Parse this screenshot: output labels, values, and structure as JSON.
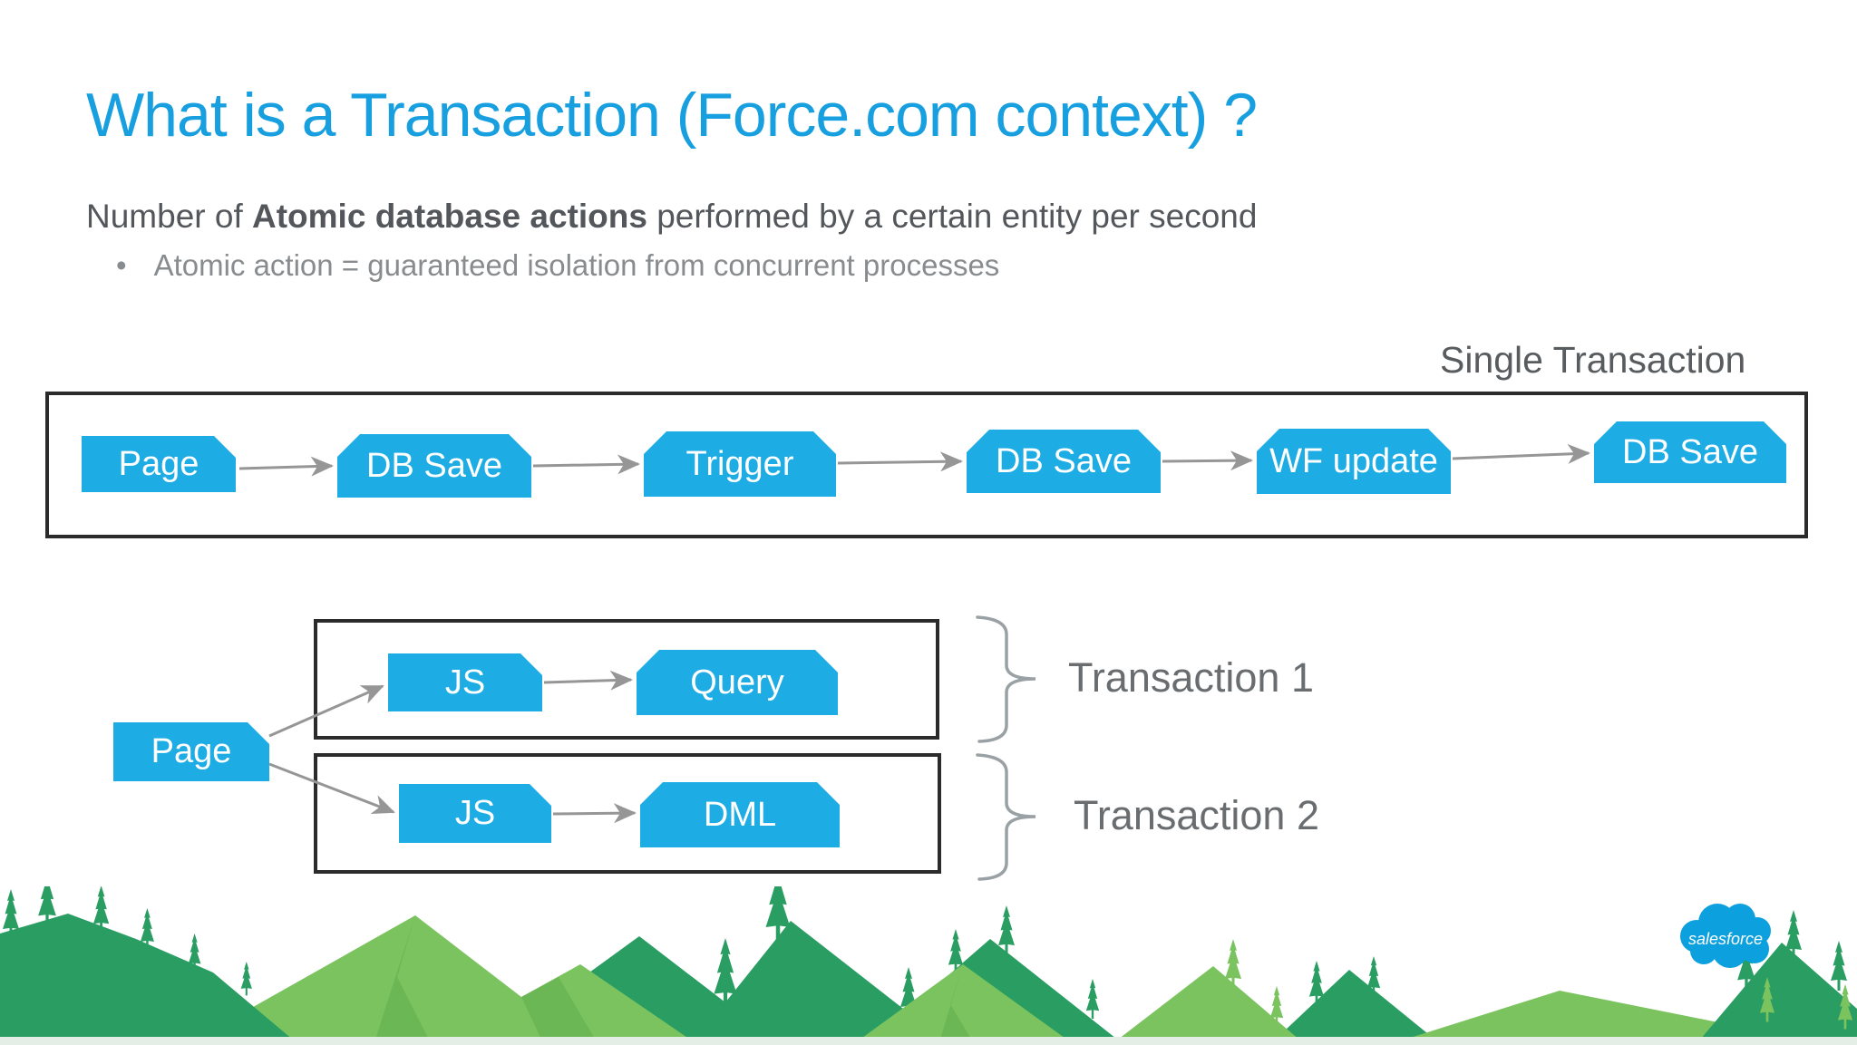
{
  "slide": {
    "title": "What is a Transaction (Force.com context) ?",
    "subtitle_prefix": "Number of ",
    "subtitle_bold": "Atomic database actions",
    "subtitle_suffix": " performed by a certain entity per second",
    "bullet_marker": "•",
    "bullet_text": "Atomic action = guaranteed isolation from concurrent processes"
  },
  "top_flow": {
    "label": "Single Transaction",
    "steps": [
      "Page",
      "DB Save",
      "Trigger",
      "DB Save",
      "WF update",
      "DB Save"
    ]
  },
  "bottom_flow": {
    "source": "Page",
    "branches": [
      {
        "first": "JS",
        "second": "Query",
        "label": "Transaction 1"
      },
      {
        "first": "JS",
        "second": "DML",
        "label": "Transaction 2"
      }
    ]
  },
  "footer": {
    "logo_text": "salesforce"
  },
  "colors": {
    "title_blue": "#179FDF",
    "box_blue": "#1EACE4",
    "dark_text": "#53565A",
    "muted_text": "#898C8F",
    "label_gray": "#696D70",
    "frame_border": "#2B2B2B",
    "arrow_gray": "#969696",
    "brace_gray": "#9AA1A5",
    "mountain_dark": "#2A9D62",
    "mountain_light": "#7AC35E",
    "mountain_shade": "#6CB755",
    "bottom_strip": "#E4EEE6",
    "logo_blue": "#0DA0DE"
  }
}
